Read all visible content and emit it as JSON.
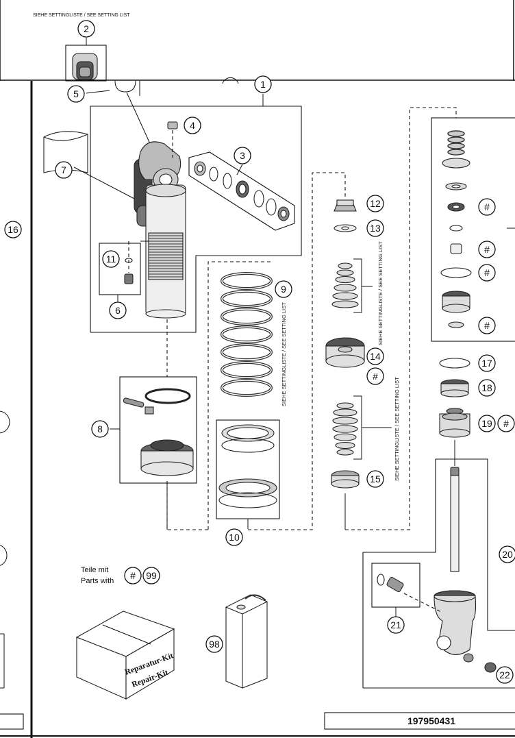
{
  "header": {
    "setting_note": "SIEHE SETTINGLISTE / SEE SETTING LIST"
  },
  "rotated_notes": {
    "spring": "SIEHE SETTINGLISTE / SEE SETTING LIST",
    "upper_stack": "SIEHE SETTINGLISTE / SEE SETTING LIST",
    "lower_stack": "SIEHE SETTINGLISTE / SEE SETTING LIST"
  },
  "callouts": {
    "c1": "1",
    "c2": "2",
    "c3": "3",
    "c4": "4",
    "c5": "5",
    "c6": "6",
    "c7": "7",
    "c8": "8",
    "c9": "9",
    "c10": "10",
    "c11": "11",
    "c12": "12",
    "c13": "13",
    "c14": "14",
    "c15": "15",
    "c16": "16",
    "c17": "17",
    "c18": "18",
    "c19": "19",
    "c20": "20",
    "c21": "21",
    "c22": "22",
    "c98": "98",
    "c99": "99",
    "hash": "#"
  },
  "legend": {
    "line1": "Teile mit",
    "line2": "Parts with"
  },
  "repair_kit": {
    "line1": "Reparatur-Kit",
    "line2": "Repair-Kit"
  },
  "document_number": "197950431"
}
